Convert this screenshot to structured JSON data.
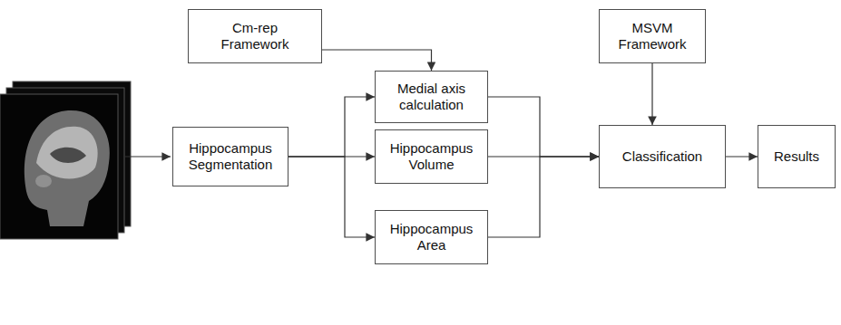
{
  "diagram": {
    "nodes": [
      {
        "text": [
          "Cm-rep Framework"
        ]
      },
      {
        "text": [
          "MSVM Framework"
        ]
      },
      {
        "text": [
          "Hippocampus Segmentation"
        ]
      },
      {
        "text": [
          "Medial axis calculation"
        ]
      },
      {
        "text": [
          "Hippocampus Volume"
        ]
      },
      {
        "text": [
          "Hippocampus Area"
        ]
      },
      {
        "text": [
          "Classification"
        ]
      },
      {
        "text": [
          "Results"
        ]
      }
    ],
    "edges": [
      {
        "from": 0,
        "to": 3,
        "arrow": "to"
      },
      {
        "from": 1,
        "to": 6,
        "arrow": "to"
      },
      {
        "from": 2,
        "to": 3,
        "arrow": "to"
      },
      {
        "from": 2,
        "to": 4,
        "arrow": "to"
      },
      {
        "from": 2,
        "to": 5,
        "arrow": "to"
      },
      {
        "from": 3,
        "to": 6,
        "arrow": "to"
      },
      {
        "from": 4,
        "to": 6,
        "arrow": "to"
      },
      {
        "from": 5,
        "to": 6,
        "arrow": "to"
      },
      {
        "from": 6,
        "to": 7,
        "arrow": "to"
      }
    ]
  }
}
